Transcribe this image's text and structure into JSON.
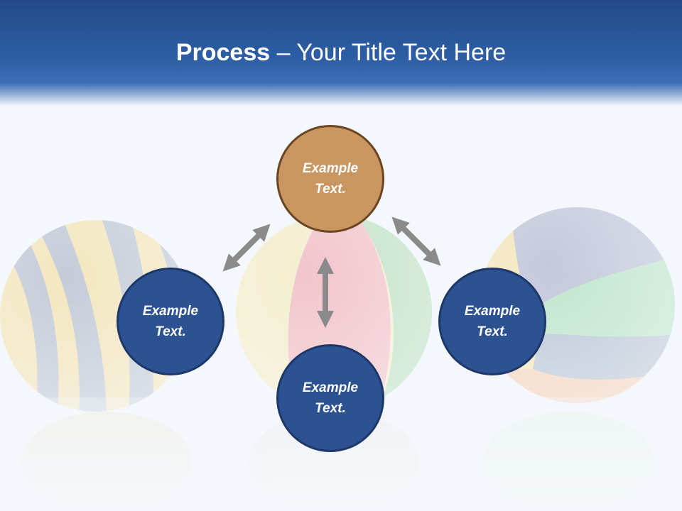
{
  "title": {
    "bold": "Process",
    "rest": " – Your Title Text Here"
  },
  "nodes": {
    "top": {
      "line1": "Example",
      "line2": "Text."
    },
    "left": {
      "line1": "Example",
      "line2": "Text."
    },
    "bottom": {
      "line1": "Example",
      "line2": "Text."
    },
    "right": {
      "line1": "Example",
      "line2": "Text."
    }
  },
  "colors": {
    "header": "#2d5ea5",
    "node_blue": "#2d5291",
    "node_orange": "#c99662",
    "arrow": "#8a8a8a"
  }
}
